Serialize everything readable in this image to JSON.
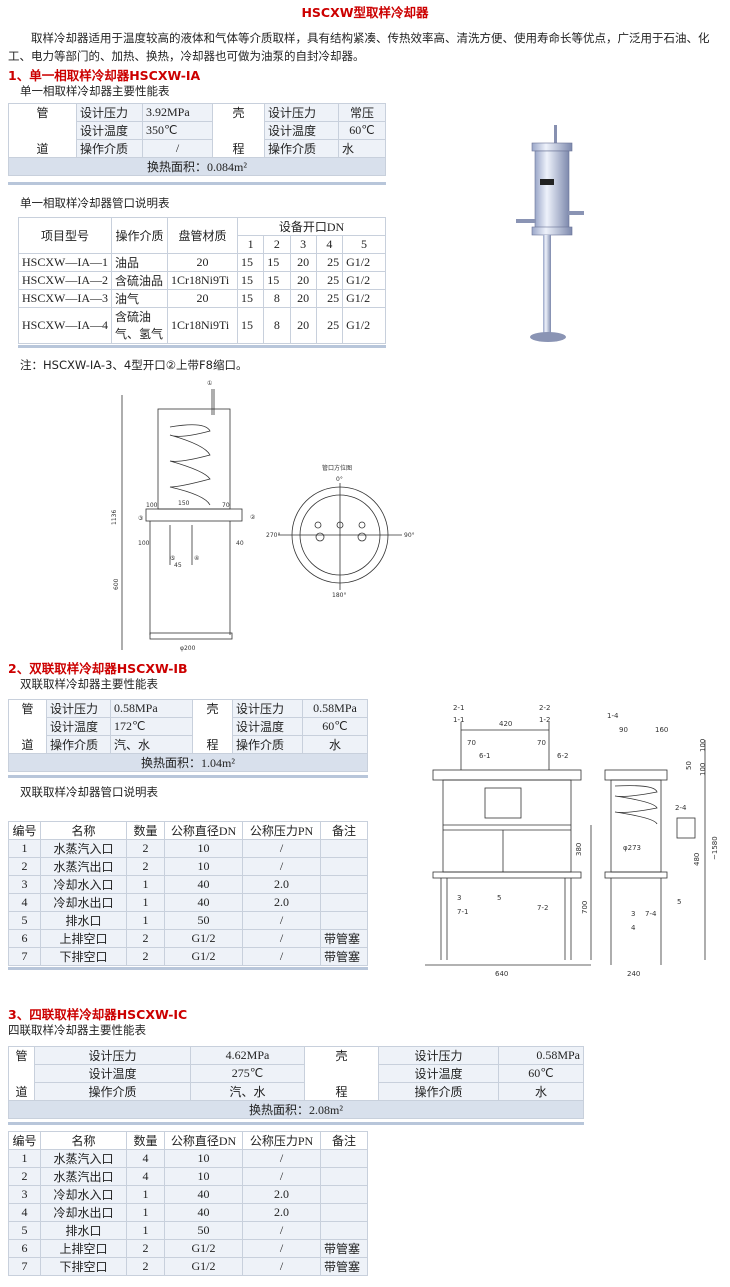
{
  "title": "HSCXW型取样冷却器",
  "intro": "取样冷却器适用于温度较高的液体和气体等介质取样，具有结构紧凑、传热效率高、清洗方便、使用寿命长等优点，广泛用于石油、化工、电力等部门的、加热、换热，冷却器也可做为油泵的自封冷却器。",
  "s1": {
    "heading": "1、单一相取样冷却器HSCXW-IA",
    "perf_caption": "单一相取样冷却器主要性能表",
    "perf": {
      "tube_label_top": "管",
      "tube_label_bottom": "道",
      "shell_label_top": "壳",
      "shell_label_bottom": "程",
      "rows": [
        {
          "k1": "设计压力",
          "v1": "3.92MPa",
          "k2": "设计压力",
          "v2": "常压"
        },
        {
          "k1": "设计温度",
          "v1": "350℃",
          "k2": "设计温度",
          "v2": "60℃"
        },
        {
          "k1": "操作介质",
          "v1": "/",
          "k2": "操作介质",
          "v2": "水"
        }
      ],
      "area": "换热面积：0.084m²"
    },
    "port_caption": "单一相取样冷却器管口说明表",
    "port_header": {
      "model": "项目型号",
      "medium": "操作介质",
      "material": "盘管材质",
      "dn": "设备开口DN",
      "n1": "1",
      "n2": "2",
      "n3": "3",
      "n4": "4",
      "n5": "5"
    },
    "port_rows": [
      {
        "model": "HSCXW—IA—1",
        "medium": "油品",
        "material": "20",
        "d1": "15",
        "d2": "15",
        "d3": "20",
        "d4": "25",
        "d5": "G1/2"
      },
      {
        "model": "HSCXW—IA—2",
        "medium": "含硫油品",
        "material": "1Cr18Ni9Ti",
        "d1": "15",
        "d2": "15",
        "d3": "20",
        "d4": "25",
        "d5": "G1/2"
      },
      {
        "model": "HSCXW—IA—3",
        "medium": "油气",
        "material": "20",
        "d1": "15",
        "d2": "8",
        "d3": "20",
        "d4": "25",
        "d5": "G1/2"
      },
      {
        "model": "HSCXW—IA—4",
        "medium": "含硫油气、氢气",
        "material": "1Cr18Ni9Ti",
        "d1": "15",
        "d2": "8",
        "d3": "20",
        "d4": "25",
        "d5": "G1/2"
      }
    ],
    "note": "注：HSCXW-IA-3、4型开口②上带F8缩口。"
  },
  "s2": {
    "heading": "2、双联取样冷却器HSCXW-IB",
    "perf_caption": "双联取样冷却器主要性能表",
    "perf": {
      "tube_label_top": "管",
      "tube_label_bottom": "道",
      "shell_label_top": "壳",
      "shell_label_bottom": "程",
      "rows": [
        {
          "k1": "设计压力",
          "v1": "0.58MPa",
          "k2": "设计压力",
          "v2": "0.58MPa"
        },
        {
          "k1": "设计温度",
          "v1": "172℃",
          "k2": "设计温度",
          "v2": "60℃"
        },
        {
          "k1": "操作介质",
          "v1": "汽、水",
          "k2": "操作介质",
          "v2": "水"
        }
      ],
      "area": "换热面积：1.04m²"
    },
    "port_caption": "双联取样冷却器管口说明表",
    "port_header": {
      "no": "编号",
      "name": "名称",
      "qty": "数量",
      "dn": "公称直径DN",
      "pn": "公称压力PN",
      "rem": "备注"
    },
    "port_rows": [
      {
        "no": "1",
        "name": "水蒸汽入口",
        "qty": "2",
        "dn": "10",
        "pn": "/",
        "rem": ""
      },
      {
        "no": "2",
        "name": "水蒸汽出口",
        "qty": "2",
        "dn": "10",
        "pn": "/",
        "rem": ""
      },
      {
        "no": "3",
        "name": "冷却水入口",
        "qty": "1",
        "dn": "40",
        "pn": "2.0",
        "rem": ""
      },
      {
        "no": "4",
        "name": "冷却水出口",
        "qty": "1",
        "dn": "40",
        "pn": "2.0",
        "rem": ""
      },
      {
        "no": "5",
        "name": "排水口",
        "qty": "1",
        "dn": "50",
        "pn": "/",
        "rem": ""
      },
      {
        "no": "6",
        "name": "上排空口",
        "qty": "2",
        "dn": "G1/2",
        "pn": "/",
        "rem": "带管塞"
      },
      {
        "no": "7",
        "name": "下排空口",
        "qty": "2",
        "dn": "G1/2",
        "pn": "/",
        "rem": "带管塞"
      }
    ]
  },
  "s3": {
    "heading": "3、四联取样冷却器HSCXW-IC",
    "perf_caption": "四联取样冷却器主要性能表",
    "perf": {
      "tube_label_top": "管",
      "tube_label_bottom": "道",
      "shell_label_top": "壳",
      "shell_label_bottom": "程",
      "rows": [
        {
          "k1": "设计压力",
          "v1": "4.62MPa",
          "k2": "设计压力",
          "v2": "0.58MPa"
        },
        {
          "k1": "设计温度",
          "v1": "275℃",
          "k2": "设计温度",
          "v2": "60℃"
        },
        {
          "k1": "操作介质",
          "v1": "汽、水",
          "k2": "操作介质",
          "v2": "水"
        }
      ],
      "area": "换热面积：2.08m²"
    },
    "port_header": {
      "no": "编号",
      "name": "名称",
      "qty": "数量",
      "dn": "公称直径DN",
      "pn": "公称压力PN",
      "rem": "备注"
    },
    "port_rows": [
      {
        "no": "1",
        "name": "水蒸汽入口",
        "qty": "4",
        "dn": "10",
        "pn": "/",
        "rem": ""
      },
      {
        "no": "2",
        "name": "水蒸汽出口",
        "qty": "4",
        "dn": "10",
        "pn": "/",
        "rem": ""
      },
      {
        "no": "3",
        "name": "冷却水入口",
        "qty": "1",
        "dn": "40",
        "pn": "2.0",
        "rem": ""
      },
      {
        "no": "4",
        "name": "冷却水出口",
        "qty": "1",
        "dn": "40",
        "pn": "2.0",
        "rem": ""
      },
      {
        "no": "5",
        "name": "排水口",
        "qty": "1",
        "dn": "50",
        "pn": "/",
        "rem": ""
      },
      {
        "no": "6",
        "name": "上排空口",
        "qty": "2",
        "dn": "G1/2",
        "pn": "/",
        "rem": "带管塞"
      },
      {
        "no": "7",
        "name": "下排空口",
        "qty": "2",
        "dn": "G1/2",
        "pn": "/",
        "rem": "带管塞"
      }
    ]
  },
  "drawing1": {
    "d_1136": "1136",
    "d_600": "600",
    "d_100": "100",
    "d_70": "70",
    "d_150": "150",
    "d_45": "45",
    "d_40": "40",
    "d_100b": "100",
    "d_200": "φ200",
    "c1": "①",
    "c2": "②",
    "c3": "③",
    "c4": "④",
    "c5": "⑤",
    "dir_title": "管口方位图",
    "a0": "0°",
    "a90": "90°",
    "a180": "180°",
    "a270": "270°"
  },
  "drawing2": {
    "d_420": "420",
    "d_70a": "70",
    "d_70b": "70",
    "d_380": "380",
    "d_700": "700",
    "d_640": "640",
    "t21": "2-1",
    "t11": "1-1",
    "t22": "2-2",
    "t12": "1-2",
    "t61": "6-1",
    "t62": "6-2",
    "t31": "3",
    "t71": "7-1",
    "t5": "5",
    "t72": "7-2",
    "r14": "1-4",
    "d_90": "90",
    "d_160": "160",
    "d_100": "100",
    "d_50": "50",
    "d_100b": "100",
    "d_273": "φ273",
    "d_480": "480",
    "d_1580": "~1580",
    "d_240": "240",
    "r24": "2-4",
    "r3": "3",
    "r74": "7-4",
    "r4": "4",
    "r5": "5"
  }
}
